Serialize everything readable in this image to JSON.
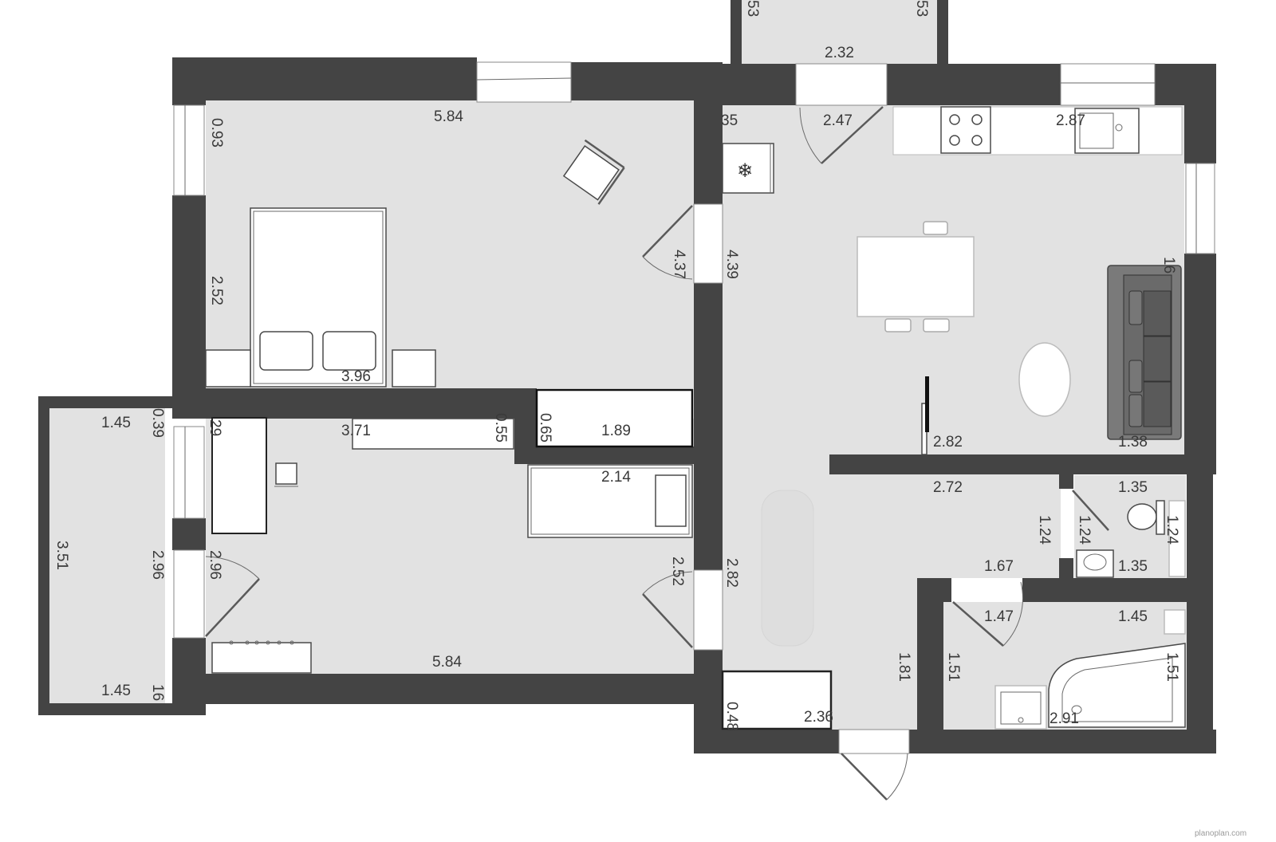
{
  "colors": {
    "wall": "#444444",
    "floor": "#e2e2e2",
    "furniture": "#ffffff",
    "text": "#3a3a3a"
  },
  "dimensions": {
    "bedroom_top": "5.84",
    "bedroom_left_upper": "0.93",
    "bedroom_left": "2.52",
    "bedroom_bottom": "3.96",
    "bedroom_door_side": "4.37",
    "hall_side": "4.39",
    "closet_depth": "0.65",
    "closet_width": "1.89",
    "balcony_top": "1.45",
    "balcony_side_top": "0.39",
    "balcony_height": "3.51",
    "balcony_side": "2.96",
    "balcony_bottom": "1.45",
    "balcony_side_bottom": "16",
    "room2_left": "2.96",
    "room2_top_left": "29",
    "room2_shelf_len": "3.71",
    "room2_shelf_depth": "0.55",
    "room2_bed": "2.14",
    "room2_right": "2.52",
    "room2_bottom": "5.84",
    "hall_lower": "2.82",
    "hall_bottom_depth": "0.48",
    "hall_bottom": "2.36",
    "hall_right": "1.81",
    "top_balcony_width": "2.32",
    "top_left_edge": "53",
    "top_right_edge": "53",
    "kitchen_left_top": "35",
    "kitchen_entry": "2.47",
    "kitchen_top": "2.87",
    "kitchen_right": "16",
    "kitchen_bottom": "2.82",
    "sofa_width": "1.38",
    "corridor_top": "2.72",
    "corridor_side": "1.24",
    "corridor_bottom": "1.67",
    "wc_side": "1.24",
    "wc_top": "1.35",
    "wc_right": "1.24",
    "wc_bottom": "1.35",
    "bath_left": "1.51",
    "bath_door": "1.47",
    "bath_top": "1.45",
    "bath_right": "1.51",
    "bath_bottom": "2.91"
  },
  "watermark": "planoplan.com"
}
